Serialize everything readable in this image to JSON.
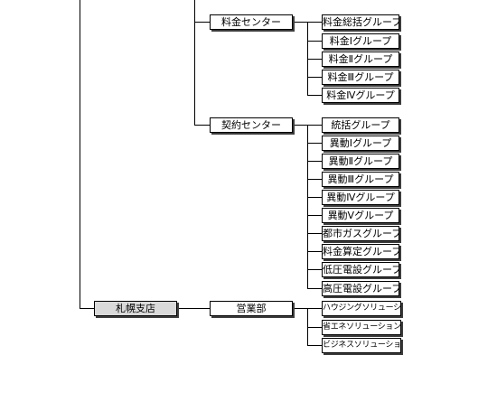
{
  "branches": [
    {
      "name": "",
      "departments": [
        {
          "name": "料金センター",
          "groups": [
            "料金総括グループ",
            "料金Ⅰグループ",
            "料金Ⅱグループ",
            "料金Ⅲグループ",
            "料金Ⅳグループ"
          ]
        },
        {
          "name": "契約センター",
          "groups": [
            "統括グループ",
            "異動Ⅰグループ",
            "異動Ⅱグループ",
            "異動Ⅲグループ",
            "異動Ⅳグループ",
            "異動Ⅴグループ",
            "都市ガスグループ",
            "料金算定グループ",
            "低圧電設グループ",
            "高圧電設グループ"
          ]
        }
      ]
    },
    {
      "name": "札幌支店",
      "departments": [
        {
          "name": "営業部",
          "groups": [
            "ハウジングソリューション課",
            "省エネソリューション課",
            "ビジネスソリューション課"
          ]
        }
      ]
    }
  ]
}
